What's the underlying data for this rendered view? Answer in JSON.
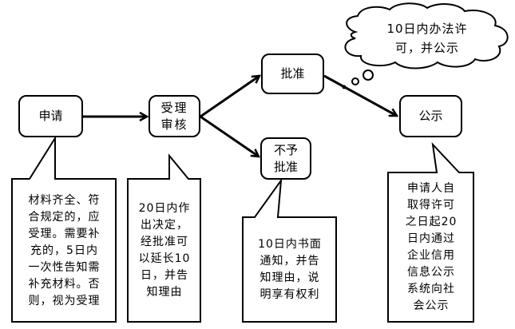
{
  "nodes": {
    "apply": "申请",
    "review": "受理\n审核",
    "approve": "批准",
    "reject": "不予\n批准",
    "publicize": "公示"
  },
  "notes": {
    "apply": [
      "材料齐全、符",
      "合规定的，应",
      "受理。需要补",
      "充的，5日内",
      "一次性告知需",
      "补充材料。否",
      "则，视为受理"
    ],
    "review": [
      "20日内作",
      "出决定，",
      "经批准可",
      "以延长10",
      "日，并告",
      "知理由"
    ],
    "reject": [
      "10日内书面",
      "通知，并告",
      "知理由，说",
      "明享有权利"
    ],
    "publicize": [
      "申请人自",
      "取得许可",
      "之日起20",
      "日内通过",
      "企业信用",
      "信息公示",
      "系统向社",
      "会公示"
    ]
  },
  "cloud": {
    "lines": [
      "10日内办法许",
      "可，并公示"
    ]
  },
  "colors": {
    "stroke": "#000000",
    "background": "#ffffff"
  }
}
